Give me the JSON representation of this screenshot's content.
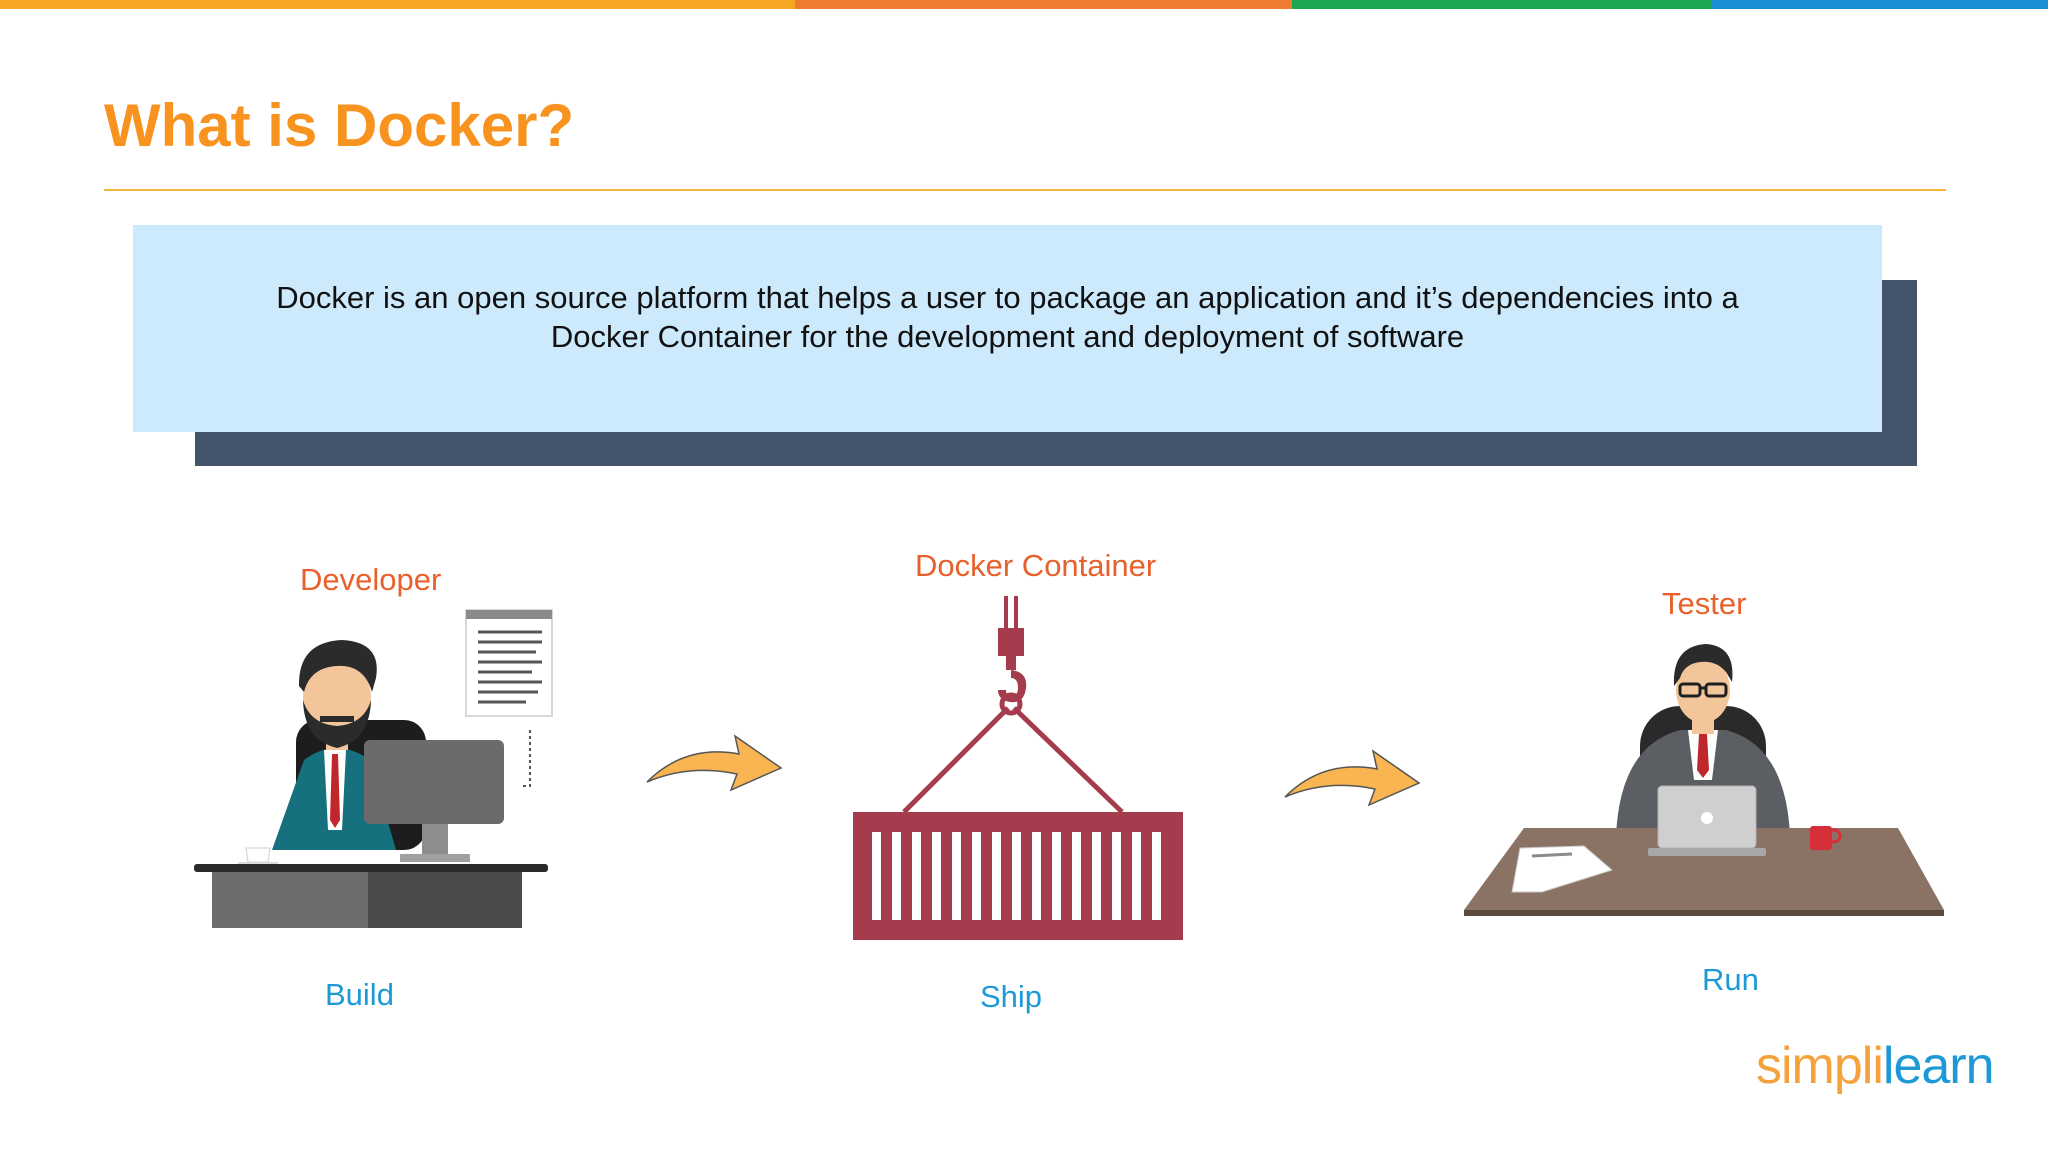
{
  "header": {
    "title": "What is Docker?"
  },
  "definition": {
    "text": "Docker is an open source platform that helps a user to package an application and it’s dependencies into a Docker Container for the development and deployment of software"
  },
  "flow": {
    "developer": {
      "role": "Developer",
      "action": "Build"
    },
    "container": {
      "role": "Docker Container",
      "action": "Ship"
    },
    "tester": {
      "role": "Tester",
      "action": "Run"
    }
  },
  "logo": {
    "part1": "simpl",
    "part2": "i",
    "part3": "learn"
  },
  "colors": {
    "title": "#f7931e",
    "role_label": "#e8612c",
    "step_label": "#1d9ad6",
    "definition_bg": "#cdeafc",
    "definition_shadow": "#44546a",
    "container": "#a43c4e",
    "arrow": "#f9b552",
    "stripes": [
      "#f5a623",
      "#ee7b30",
      "#1ea650",
      "#1d8fd6"
    ]
  }
}
